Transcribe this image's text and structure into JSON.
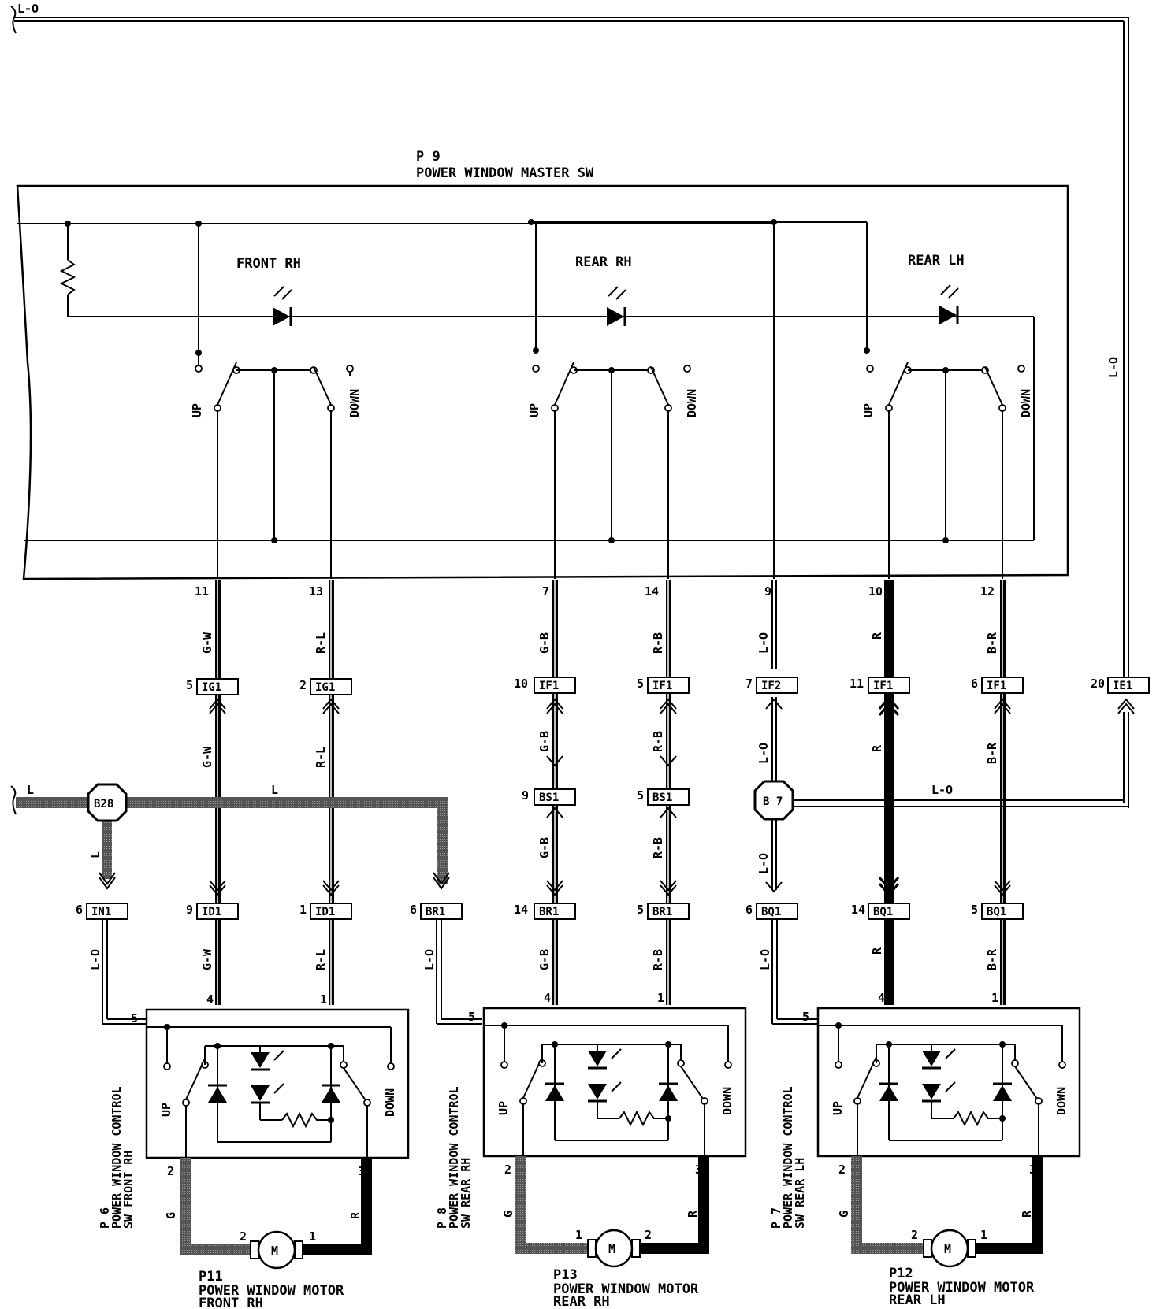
{
  "top_wire": "L-O",
  "master": {
    "code": "P 9",
    "name": "POWER WINDOW MASTER SW",
    "front_rh": "FRONT RH",
    "rear_rh": "REAR RH",
    "rear_lh": "REAR LH",
    "up": "UP",
    "down": "DOWN"
  },
  "right_wire": "L-O",
  "pins": [
    "11",
    "13",
    "7",
    "14",
    "9",
    "10",
    "12"
  ],
  "wires_top": [
    "G-W",
    "R-L",
    "G-B",
    "R-B",
    "L-O",
    "R",
    "B-R"
  ],
  "conn_row1": [
    {
      "pin": "5",
      "name": "IG1"
    },
    {
      "pin": "2",
      "name": "IG1"
    },
    {
      "pin": "10",
      "name": "IF1"
    },
    {
      "pin": "5",
      "name": "IF1"
    },
    {
      "pin": "7",
      "name": "IF2"
    },
    {
      "pin": "11",
      "name": "IF1"
    },
    {
      "pin": "6",
      "name": "IF1"
    },
    {
      "pin": "20",
      "name": "IE1"
    }
  ],
  "wires_mid": [
    "G-W",
    "R-L",
    "G-B",
    "R-B",
    "L-O",
    "R",
    "B-R"
  ],
  "left_wire": "L",
  "junction_b28": "B28",
  "junction_b7": "B 7",
  "bus_label": "L",
  "b7_wire": "L-O",
  "bs_row": [
    {
      "pin": "9",
      "name": "BS1"
    },
    {
      "pin": "5",
      "name": "BS1"
    }
  ],
  "wires_bs": [
    "G-B",
    "R-B",
    "L-O",
    "L"
  ],
  "conn_row2": [
    {
      "pin": "6",
      "name": "IN1"
    },
    {
      "pin": "9",
      "name": "ID1"
    },
    {
      "pin": "1",
      "name": "ID1"
    },
    {
      "pin": "6",
      "name": "BR1"
    },
    {
      "pin": "14",
      "name": "BR1"
    },
    {
      "pin": "5",
      "name": "BR1"
    },
    {
      "pin": "6",
      "name": "BQ1"
    },
    {
      "pin": "14",
      "name": "BQ1"
    },
    {
      "pin": "5",
      "name": "BQ1"
    }
  ],
  "wires_low": [
    "L-O",
    "G-W",
    "R-L",
    "L-O",
    "G-B",
    "R-B",
    "L-O",
    "R",
    "B-R"
  ],
  "controls": [
    {
      "code": "P 6",
      "line1": "POWER WINDOW CONTROL",
      "line2": "SW FRONT RH"
    },
    {
      "code": "P 8",
      "line1": "POWER WINDOW CONTROL",
      "line2": "SW REAR RH"
    },
    {
      "code": "P 7",
      "line1": "POWER WINDOW CONTROL",
      "line2": "SW REAR LH"
    }
  ],
  "ctrl_pins": {
    "p5": "5",
    "p4": "4",
    "p1": "1",
    "p2": "2",
    "p3": "3"
  },
  "motor_wires": {
    "g": "G",
    "r": "R"
  },
  "motors": [
    {
      "code": "P11",
      "line1": "POWER WINDOW MOTOR",
      "line2": "FRONT RH",
      "pl": "2",
      "pr": "1"
    },
    {
      "code": "P13",
      "line1": "POWER WINDOW MOTOR",
      "line2": "REAR RH",
      "pl": "1",
      "pr": "2"
    },
    {
      "code": "P12",
      "line1": "POWER WINDOW MOTOR",
      "line2": "REAR LH",
      "pl": "2",
      "pr": "1"
    }
  ],
  "motor_symbol": "M"
}
